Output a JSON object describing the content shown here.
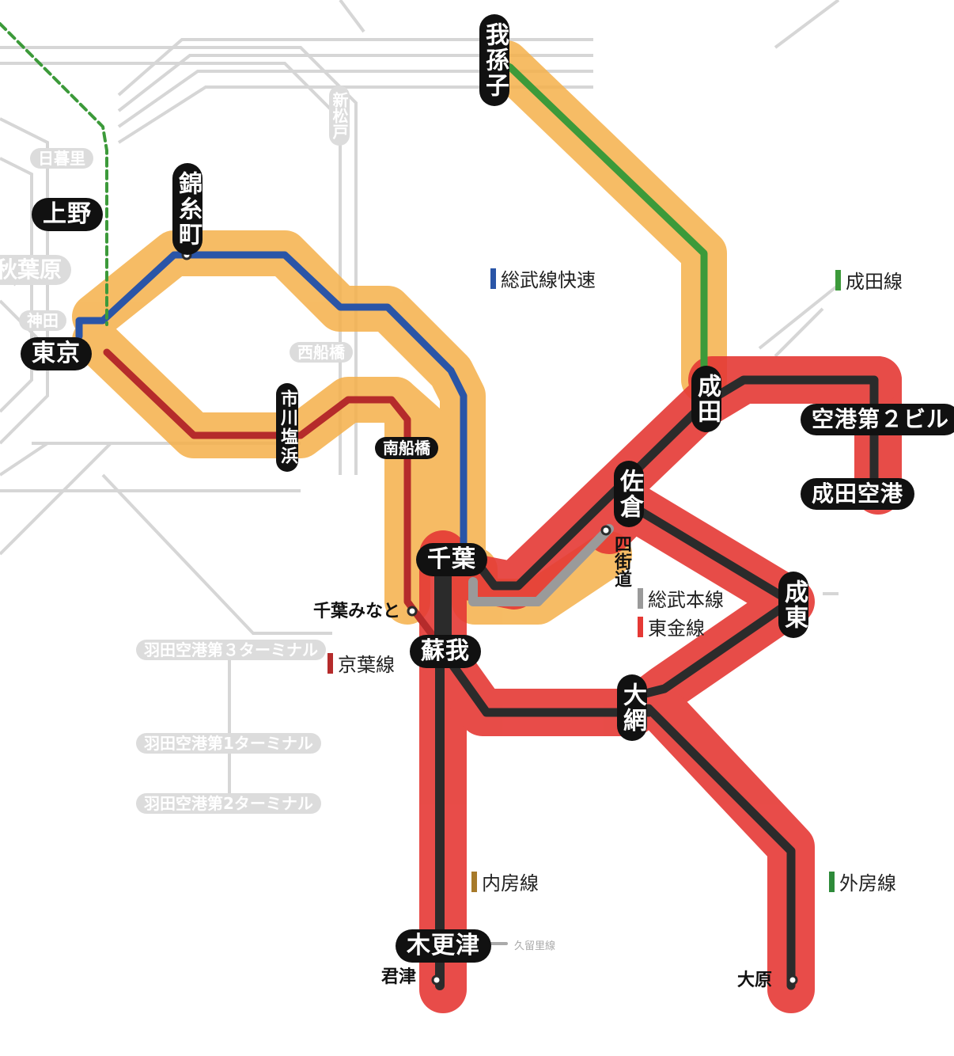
{
  "colors": {
    "highlight_orange": "#f5b04a",
    "highlight_red": "#e53935",
    "sobu_rapid": "#2a55a7",
    "narita_line": "#3c9a3a",
    "keiyo_line": "#b52b2b",
    "sobu_main": "#9a9a9a",
    "togane": "#e53935",
    "uchibo": "#a77a2a",
    "sotobo": "#2e8b3a",
    "track_dark": "#2b2b2b",
    "background_lines": "#d9d9d9"
  },
  "stations": {
    "ueno": "上野",
    "tokyo": "東京",
    "kinshicho": "錦糸町",
    "ichikawa_shiohama": "市川塩浜",
    "minami_funabashi": "南船橋",
    "abiko": "我孫子",
    "chiba": "千葉",
    "chiba_minato": "千葉みなと",
    "soga": "蘇我",
    "narita": "成田",
    "sakura": "佐倉",
    "yotsukaido": "四街道",
    "airport_t2": "空港第２ビル",
    "narita_airport": "成田空港",
    "togane": "成東",
    "oami": "大網",
    "kisarazu": "木更津",
    "kimitsu": "君津",
    "ohara": "大原"
  },
  "gray_labels": {
    "nippori": "日暮里",
    "akihabara": "秋葉原",
    "kanda": "神田",
    "nishi_funabashi": "西船橋",
    "shin_matsudo": "新松戸",
    "haneda_t3": "羽田空港第３ターミナル",
    "haneda_t1": "羽田空港第1ターミナル",
    "haneda_t2": "羽田空港第2ターミナル",
    "kurihama_line": "久留里線"
  },
  "legend": {
    "sobu_rapid": "総武線快速",
    "narita_line": "成田線",
    "sobu_main": "総武本線",
    "togane_line": "東金線",
    "keiyo_line": "京葉線",
    "uchibo_line": "内房線",
    "sotobo_line": "外房線"
  }
}
